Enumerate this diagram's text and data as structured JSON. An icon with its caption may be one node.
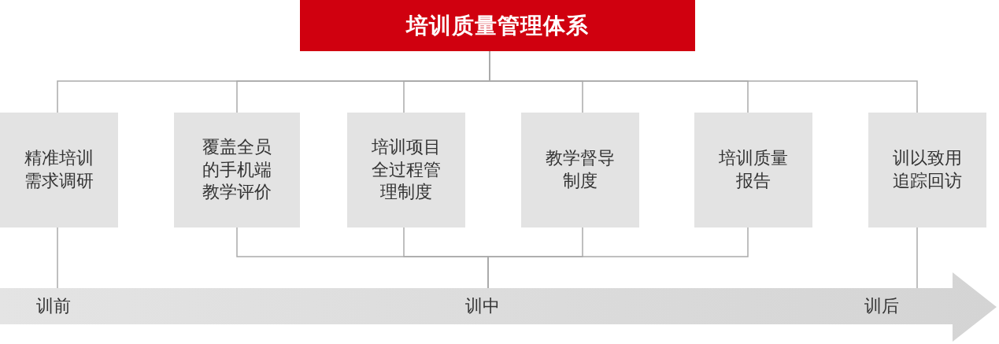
{
  "diagram": {
    "nodes": [
      {
        "text": [
          "培训质量管理体系"
        ]
      },
      {
        "text": [
          "精准培训需求调研"
        ]
      },
      {
        "text": [
          "覆盖全员的手机端教学评价"
        ]
      },
      {
        "text": [
          "培训项目全过程管理制度"
        ]
      },
      {
        "text": [
          "教学督导制度"
        ]
      },
      {
        "text": [
          "培训质量报告"
        ]
      },
      {
        "text": [
          "训以致用追踪回访"
        ]
      },
      {
        "text": [
          "训前",
          "训中",
          "训后"
        ]
      }
    ],
    "edges": [
      {
        "from": 0,
        "to": 1,
        "arrow": "none"
      },
      {
        "from": 0,
        "to": 2,
        "arrow": "none"
      },
      {
        "from": 0,
        "to": 3,
        "arrow": "none"
      },
      {
        "from": 0,
        "to": 4,
        "arrow": "none"
      },
      {
        "from": 0,
        "to": 5,
        "arrow": "none"
      },
      {
        "from": 0,
        "to": 6,
        "arrow": "none"
      },
      {
        "from": 1,
        "to": 7,
        "arrow": "none"
      },
      {
        "from": 2,
        "to": 7,
        "arrow": "none"
      },
      {
        "from": 3,
        "to": 7,
        "arrow": "none"
      },
      {
        "from": 4,
        "to": 7,
        "arrow": "none"
      },
      {
        "from": 5,
        "to": 7,
        "arrow": "none"
      },
      {
        "from": 6,
        "to": 7,
        "arrow": "none"
      }
    ]
  }
}
